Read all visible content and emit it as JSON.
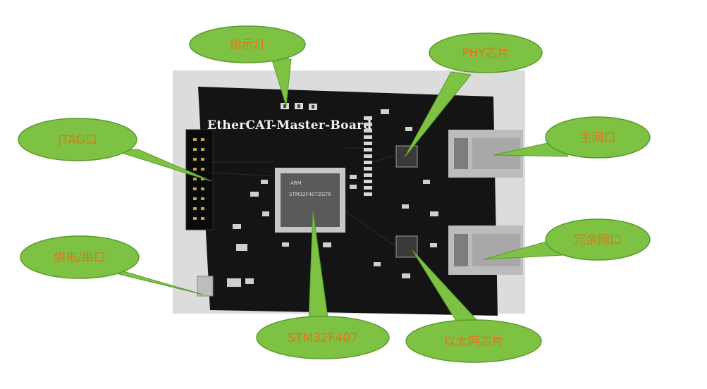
{
  "board": {
    "title": "EtherCAT-Master-Board",
    "mcu_logo": "ARM",
    "mcu_marking": "STM32F407ZGT6"
  },
  "callouts": [
    {
      "id": "indicator",
      "label": "指示灯",
      "bubble_color": "#7dc243"
    },
    {
      "id": "jtag",
      "label": "JTAG口",
      "bubble_color": "#7dc243"
    },
    {
      "id": "phy",
      "label": "PHY芯片",
      "bubble_color": "#7dc243"
    },
    {
      "id": "main-port",
      "label": "主网口",
      "bubble_color": "#7dc243"
    },
    {
      "id": "redundant-port",
      "label": "冗余网口",
      "bubble_color": "#7dc243"
    },
    {
      "id": "power-serial",
      "label": "供电/串口",
      "bubble_color": "#7dc243"
    },
    {
      "id": "stm32",
      "label": "STM32F407",
      "bubble_color": "#7dc243"
    },
    {
      "id": "ethernet-chip",
      "label": "以太网芯片",
      "bubble_color": "#7dc243"
    }
  ],
  "colors": {
    "pcb": "#141414",
    "bubble": "#7dc243",
    "label": "#e8721c",
    "rj45": "#bcbcbc"
  }
}
